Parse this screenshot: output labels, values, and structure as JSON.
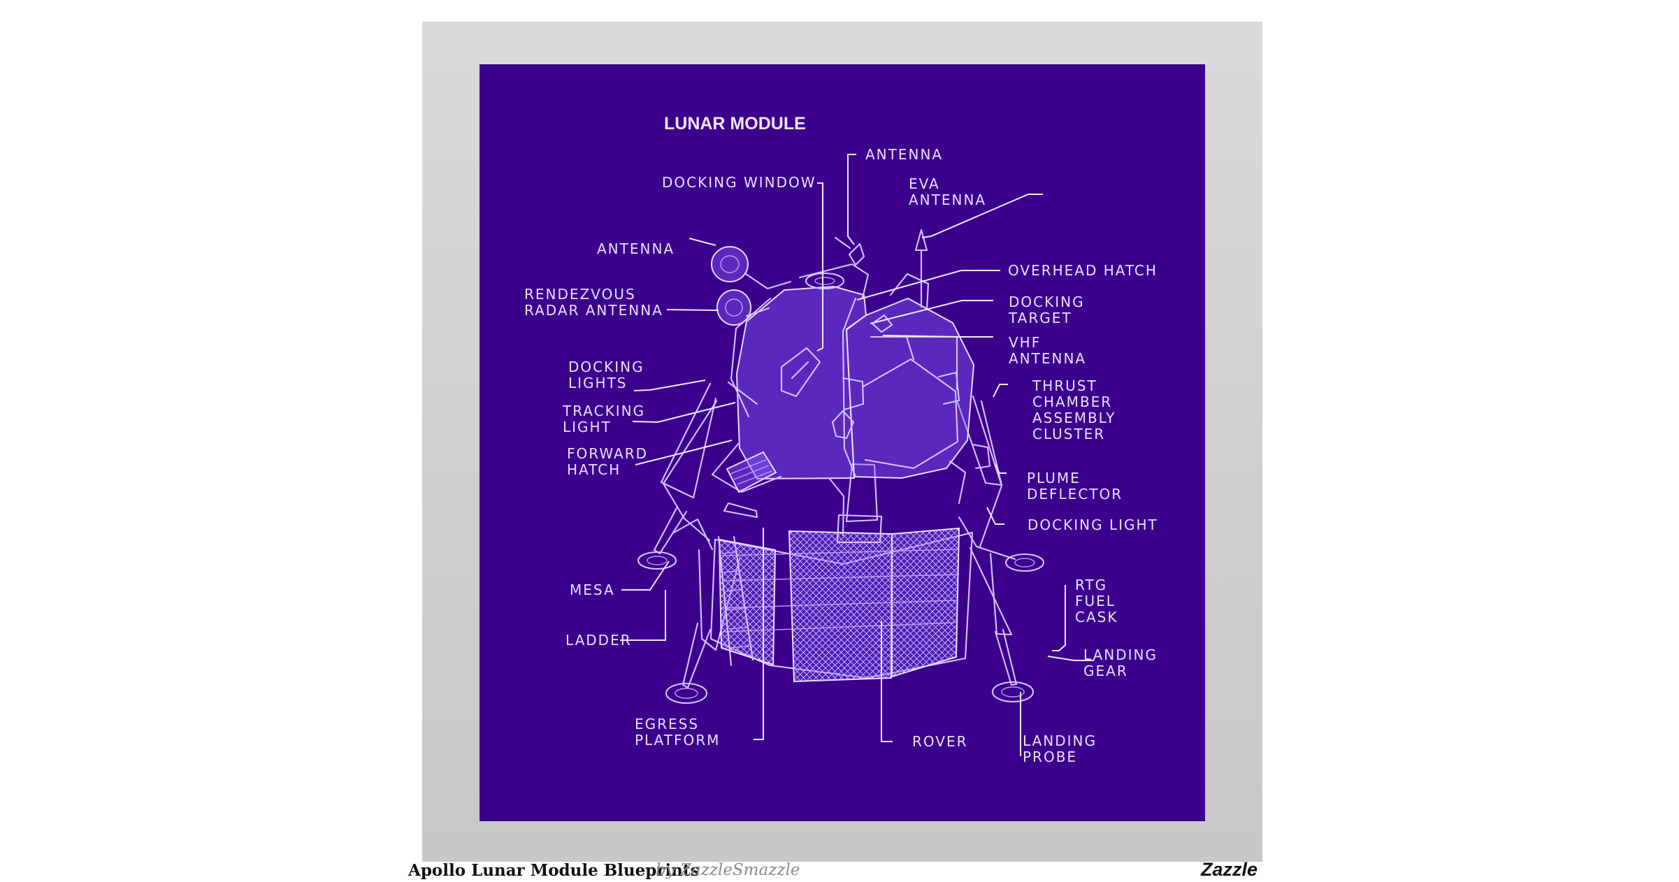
{
  "poster": {
    "title": "LUNAR MODULE",
    "labels": {
      "antenna_top": "ANTENNA",
      "eva_antenna_1": "EVA",
      "eva_antenna_2": "ANTENNA",
      "docking_window": "DOCKING WINDOW",
      "overhead_hatch": "OVERHEAD HATCH",
      "antenna_left": "ANTENNA",
      "docking_target_1": "DOCKING",
      "docking_target_2": "TARGET",
      "rendezvous_radar_1": "RENDEZVOUS",
      "rendezvous_radar_2": "RADAR ANTENNA",
      "vhf_antenna_1": "VHF",
      "vhf_antenna_2": "ANTENNA",
      "docking_lights_1": "DOCKING",
      "docking_lights_2": "LIGHTS",
      "tracking_light_1": "TRACKING",
      "tracking_light_2": "LIGHT",
      "thrust_chamber_1": "THRUST",
      "thrust_chamber_2": "CHAMBER",
      "thrust_chamber_3": "ASSEMBLY",
      "thrust_chamber_4": "CLUSTER",
      "forward_hatch_1": "FORWARD",
      "forward_hatch_2": "HATCH",
      "plume_deflector_1": "PLUME",
      "plume_deflector_2": "DEFLECTOR",
      "docking_light": "DOCKING LIGHT",
      "mesa": "MESA",
      "rtg_1": "RTG",
      "rtg_2": "FUEL",
      "rtg_3": "CASK",
      "ladder": "LADDER",
      "landing_gear_1": "LANDING",
      "landing_gear_2": "GEAR",
      "egress_platform_1": "EGRESS",
      "egress_platform_2": "PLATFORM",
      "rover": "ROVER",
      "landing_probe_1": "LANDING",
      "landing_probe_2": "PROBE"
    }
  },
  "product": {
    "title": "Apollo Lunar Module Blueprints",
    "byline": "by ZazzleSmazzle",
    "brand": "Zazzle"
  },
  "colors": {
    "background": "#ffffff",
    "mat": "#d0d0d0",
    "blueprint": "#3b018d",
    "line": "#efe7ff"
  }
}
